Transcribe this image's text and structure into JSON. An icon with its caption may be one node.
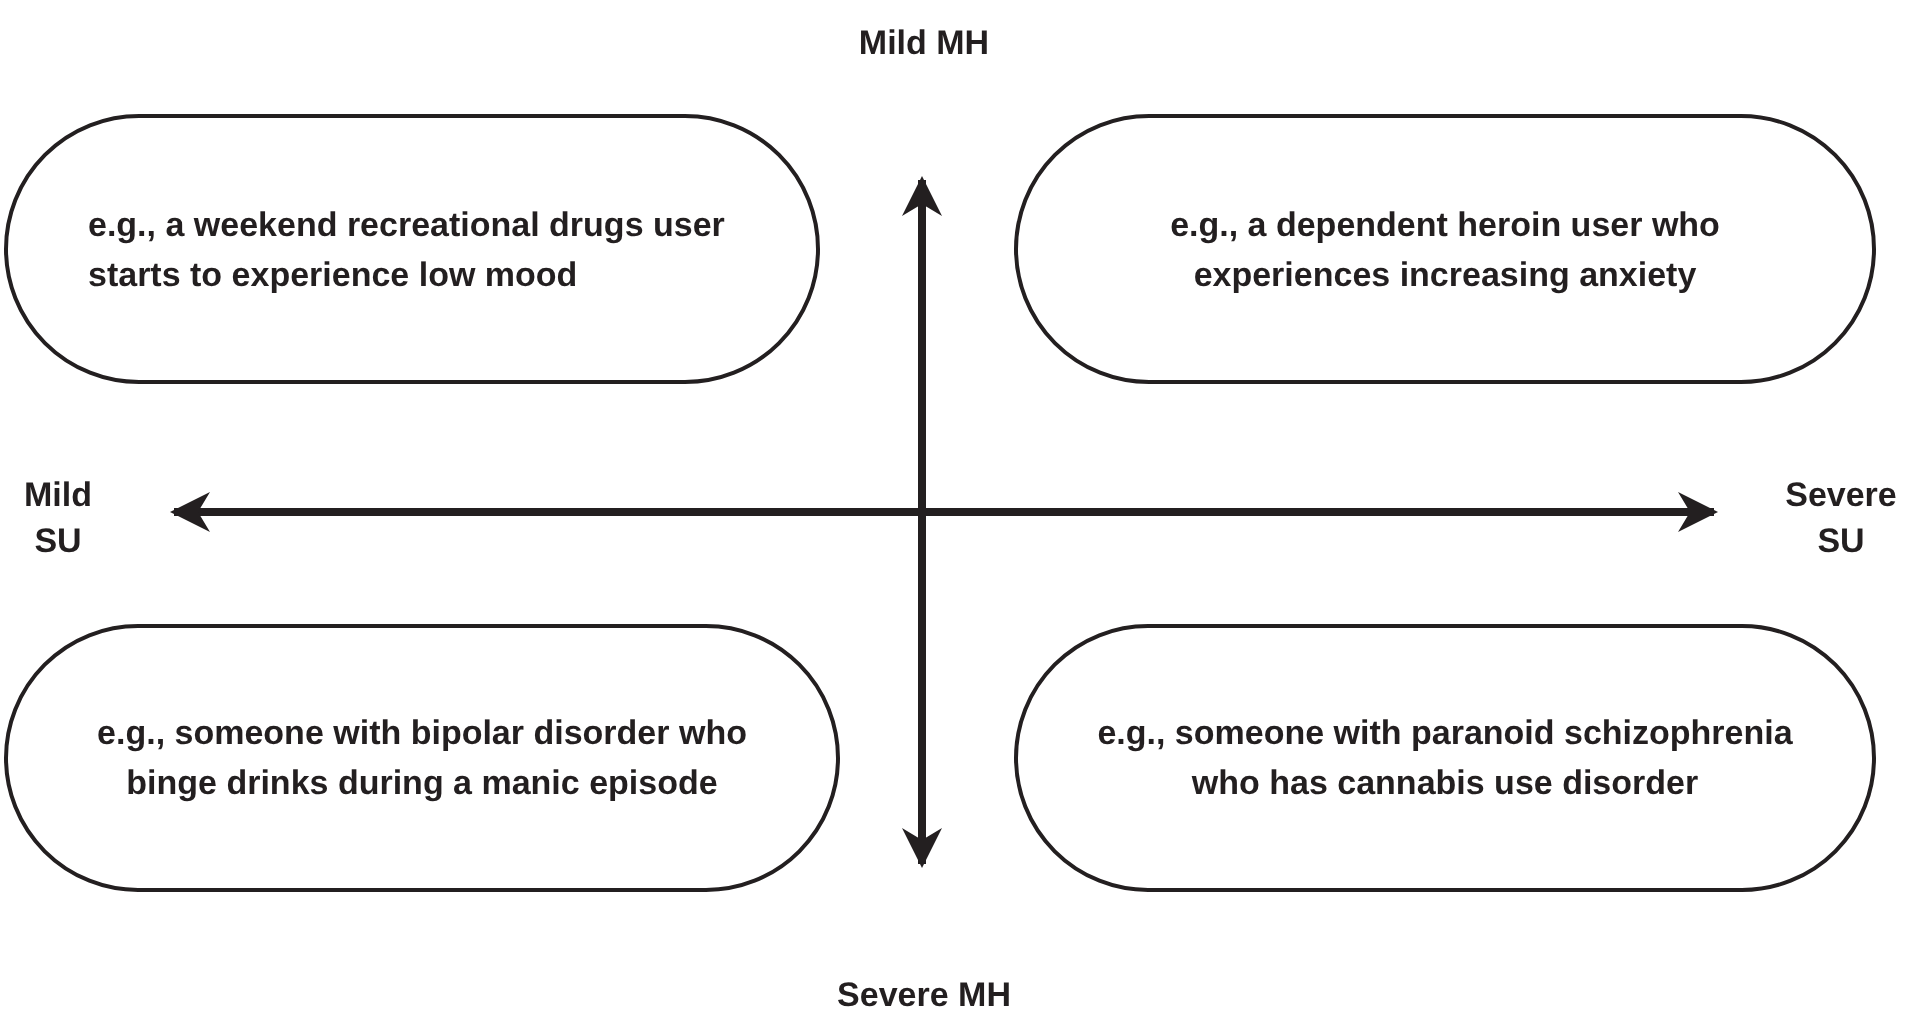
{
  "diagram": {
    "nodes": [
      {
        "text": [
          "e.g., a weekend recreational drugs user starts to experience low mood"
        ]
      },
      {
        "text": [
          "e.g., a dependent heroin user who experiences increasing anxiety"
        ]
      },
      {
        "text": [
          "e.g., someone with bipolar disorder who binge drinks during a manic episode"
        ]
      },
      {
        "text": [
          "e.g., someone with paranoid schizophrenia who has cannabis use disorder"
        ]
      }
    ],
    "labels": [
      "Mild MH",
      "Mild SU",
      "Severe SU",
      "Severe MH"
    ]
  }
}
